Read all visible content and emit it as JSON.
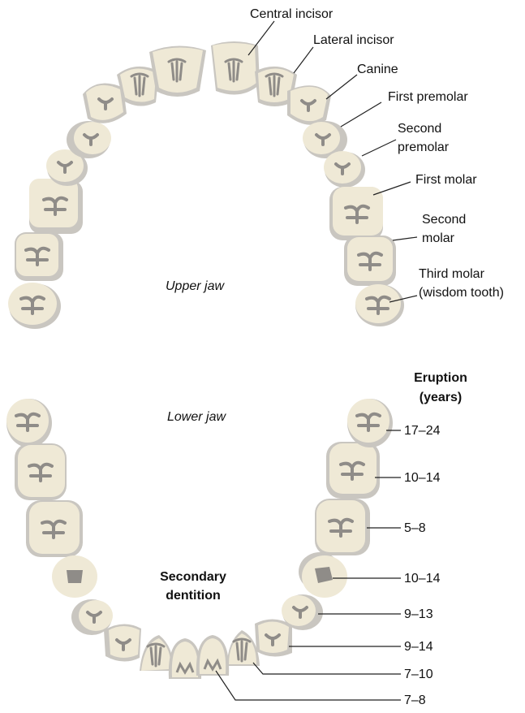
{
  "upper_jaw": {
    "label": "Upper jaw",
    "labels": {
      "central_incisor": "Central incisor",
      "lateral_incisor": "Lateral incisor",
      "canine": "Canine",
      "first_premolar": "First premolar",
      "second_premolar_line1": "Second",
      "second_premolar_line2": "premolar",
      "first_molar": "First molar",
      "second_molar_line1": "Second",
      "second_molar_line2": "molar",
      "third_molar_line1": "Third molar",
      "third_molar_line2": "(wisdom tooth)"
    }
  },
  "lower_jaw": {
    "label": "Lower jaw",
    "dentition_line1": "Secondary",
    "dentition_line2": "dentition",
    "eruption_header_line1": "Eruption",
    "eruption_header_line2": "(years)",
    "eruption_ages": [
      "17–24",
      "10–14",
      "5–8",
      "10–14",
      "9–13",
      "9–14",
      "7–10",
      "7–8"
    ]
  },
  "colors": {
    "tooth_fill": "#efe9d6",
    "tooth_shadow": "#c9c6c0",
    "tooth_marking": "#8f8c88",
    "leader_line": "#222222"
  }
}
